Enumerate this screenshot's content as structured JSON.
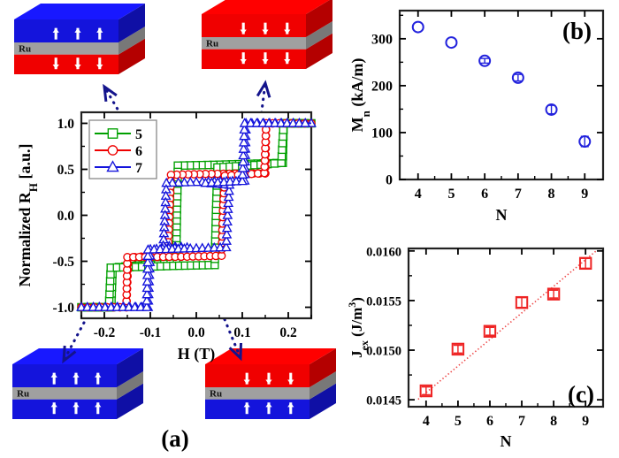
{
  "figure": {
    "panel_a_tag": "(a)",
    "panel_b_tag": "(b)",
    "panel_c_tag": "(c)"
  },
  "schematics": [
    {
      "id": "top-left",
      "ru_label": "Ru",
      "top_color": "#1414dc",
      "bottom_color": "#f00000",
      "mid_color": "#a0a0a0",
      "top_arrows": "up",
      "bottom_arrows": "down",
      "arrow_count": 3
    },
    {
      "id": "top-right",
      "ru_label": "Ru",
      "top_color": "#f00000",
      "bottom_color": "#f00000",
      "mid_color": "#a0a0a0",
      "top_arrows": "down",
      "bottom_arrows": "down",
      "arrow_count": 3
    },
    {
      "id": "bottom-left",
      "ru_label": "Ru",
      "top_color": "#1414dc",
      "bottom_color": "#1414dc",
      "mid_color": "#a0a0a0",
      "top_arrows": "up",
      "bottom_arrows": "up",
      "arrow_count": 3
    },
    {
      "id": "bottom-right",
      "ru_label": "Ru",
      "top_color": "#f00000",
      "bottom_color": "#1414dc",
      "mid_color": "#a0a0a0",
      "top_arrows": "down",
      "bottom_arrows": "up",
      "arrow_count": 3
    }
  ],
  "colors": {
    "series_5": "#00a000",
    "series_6": "#ee0000",
    "series_7": "#1414dc",
    "panel_b_marker": "#2222dd",
    "panel_c_marker": "#ee2222",
    "panel_c_fit": "#ee4444",
    "connector": "#14148c",
    "axis": "#000000"
  },
  "chart_data": [
    {
      "id": "panel-a",
      "type": "line",
      "title": "",
      "xlabel": "H (T)",
      "ylabel": "Normalized R_H [a.u.]",
      "ylabel_parts": {
        "pre": "Normalized R",
        "sub": "H",
        "post": " [a.u.]"
      },
      "xlim": [
        -0.25,
        0.25
      ],
      "ylim": [
        -1.12,
        1.12
      ],
      "xticks": [
        -0.2,
        -0.1,
        0.0,
        0.1,
        0.2
      ],
      "xticklabels": [
        "-0.2",
        "-0.1",
        "0.0",
        "0.1",
        "0.2"
      ],
      "yticks": [
        -1.0,
        -0.5,
        0.0,
        0.5,
        1.0
      ],
      "yticklabels": [
        "-1.0",
        "-0.5",
        "0.0",
        "0.5",
        "1.0"
      ],
      "grid": false,
      "legend_position": "upper-left",
      "legend": [
        {
          "label": "5",
          "marker": "square",
          "color": "#00a000"
        },
        {
          "label": "6",
          "marker": "circle",
          "color": "#ee0000"
        },
        {
          "label": "7",
          "marker": "triangle",
          "color": "#1414dc"
        }
      ],
      "series": [
        {
          "name": "5",
          "marker": "square",
          "color": "#00a000",
          "plateau_high": 0.57,
          "plateau_low": -0.57,
          "branch_decreasing": [
            [
              0.25,
              1.0
            ],
            [
              0.19,
              1.0
            ],
            [
              0.188,
              0.57
            ],
            [
              0.05,
              0.55
            ],
            [
              -0.04,
              0.54
            ],
            [
              -0.042,
              0.06
            ],
            [
              -0.044,
              -0.52
            ],
            [
              -0.14,
              -0.55
            ],
            [
              -0.182,
              -0.57
            ],
            [
              -0.185,
              -1.0
            ],
            [
              -0.25,
              -1.0
            ]
          ],
          "branch_increasing": [
            [
              -0.25,
              -1.0
            ],
            [
              -0.19,
              -1.0
            ],
            [
              -0.186,
              -0.57
            ],
            [
              -0.05,
              -0.55
            ],
            [
              0.04,
              -0.54
            ],
            [
              0.043,
              0.06
            ],
            [
              0.046,
              0.52
            ],
            [
              0.14,
              0.55
            ],
            [
              0.185,
              0.57
            ],
            [
              0.19,
              1.0
            ],
            [
              0.25,
              1.0
            ]
          ]
        },
        {
          "name": "6",
          "marker": "circle",
          "color": "#ee0000",
          "plateau_high": 0.455,
          "plateau_low": -0.455,
          "branch_decreasing": [
            [
              0.25,
              1.0
            ],
            [
              0.152,
              1.0
            ],
            [
              0.15,
              0.455
            ],
            [
              0.02,
              0.45
            ],
            [
              -0.055,
              0.44
            ],
            [
              -0.058,
              0.05
            ],
            [
              -0.062,
              -0.43
            ],
            [
              -0.12,
              -0.45
            ],
            [
              -0.148,
              -0.46
            ],
            [
              -0.152,
              -1.0
            ],
            [
              -0.25,
              -1.0
            ]
          ],
          "branch_increasing": [
            [
              -0.25,
              -1.0
            ],
            [
              -0.152,
              -1.0
            ],
            [
              -0.15,
              -0.455
            ],
            [
              -0.02,
              -0.45
            ],
            [
              0.055,
              -0.44
            ],
            [
              0.058,
              0.05
            ],
            [
              0.062,
              0.43
            ],
            [
              0.12,
              0.45
            ],
            [
              0.148,
              0.46
            ],
            [
              0.152,
              1.0
            ],
            [
              0.25,
              1.0
            ]
          ]
        },
        {
          "name": "7",
          "marker": "triangle",
          "color": "#1414dc",
          "plateau_high": 0.375,
          "plateau_low": -0.375,
          "branch_decreasing": [
            [
              0.25,
              1.0
            ],
            [
              0.108,
              1.0
            ],
            [
              0.105,
              0.375
            ],
            [
              0.0,
              0.36
            ],
            [
              -0.065,
              0.35
            ],
            [
              -0.068,
              0.0
            ],
            [
              -0.072,
              -0.33
            ],
            [
              -0.02,
              -0.35
            ],
            [
              -0.1,
              -0.37
            ],
            [
              -0.105,
              -1.0
            ],
            [
              -0.25,
              -1.0
            ]
          ],
          "branch_increasing": [
            [
              -0.25,
              -1.0
            ],
            [
              -0.108,
              -1.0
            ],
            [
              -0.105,
              -0.375
            ],
            [
              0.0,
              -0.36
            ],
            [
              0.065,
              -0.35
            ],
            [
              0.068,
              0.0
            ],
            [
              0.072,
              0.33
            ],
            [
              0.02,
              0.35
            ],
            [
              0.1,
              0.37
            ],
            [
              0.105,
              1.0
            ],
            [
              0.25,
              1.0
            ]
          ]
        }
      ]
    },
    {
      "id": "panel-b",
      "type": "scatter",
      "title": "",
      "xlabel": "N",
      "ylabel": "M_n (kA/m)",
      "ylabel_parts": {
        "pre": "M",
        "sub": "n",
        "post": " (kA/m)"
      },
      "xlim": [
        3.45,
        9.55
      ],
      "ylim": [
        0,
        360
      ],
      "xticks": [
        4,
        5,
        6,
        7,
        8,
        9
      ],
      "xticklabels": [
        "4",
        "5",
        "6",
        "7",
        "8",
        "9"
      ],
      "yticks": [
        0,
        100,
        200,
        300
      ],
      "yticklabels": [
        "0",
        "100",
        "200",
        "300"
      ],
      "minor_yticks": [
        50,
        150,
        250,
        350
      ],
      "grid": false,
      "marker": "open-circle",
      "color": "#2222dd",
      "x": [
        4,
        5,
        6,
        7,
        8,
        9
      ],
      "values": [
        325,
        292,
        253,
        217,
        149,
        81
      ],
      "yerr": [
        2,
        2,
        5,
        7,
        9,
        11
      ]
    },
    {
      "id": "panel-c",
      "type": "scatter",
      "title": "",
      "xlabel": "N",
      "ylabel": "J_ex (J/m^3)",
      "ylabel_parts": {
        "pre": "J",
        "sub": "ex",
        "post": " (J/m",
        "sup": "3",
        "tail": ")"
      },
      "xlim": [
        3.45,
        9.55
      ],
      "ylim": [
        0.01443,
        0.016025
      ],
      "xticks": [
        4,
        5,
        6,
        7,
        8,
        9
      ],
      "xticklabels": [
        "4",
        "5",
        "6",
        "7",
        "8",
        "9"
      ],
      "yticks": [
        0.0145,
        0.015,
        0.0155,
        0.016
      ],
      "yticklabels": [
        "0.0145",
        "0.0150",
        "0.0155",
        "0.0160"
      ],
      "minor_yticks": [
        0.01475,
        0.01525,
        0.01575
      ],
      "grid": false,
      "marker": "open-square",
      "color": "#ee2222",
      "x": [
        4,
        5,
        6,
        7,
        8,
        9
      ],
      "values": [
        0.01459,
        0.01501,
        0.01519,
        0.01548,
        0.015565,
        0.015875
      ],
      "yerr": [
        4e-05,
        4e-05,
        4e-05,
        5e-05,
        4e-05,
        5e-05
      ],
      "fit_line": {
        "x": [
          3.75,
          9.35
        ],
        "y": [
          0.014505,
          0.016005
        ],
        "style": "dotted",
        "color": "#ee4444"
      }
    }
  ],
  "connectors": [
    {
      "id": "conn-top-left",
      "from": [
        175,
        195
      ],
      "to": [
        118,
        98
      ],
      "arrow_at": "to"
    },
    {
      "id": "conn-top-right",
      "from": [
        288,
        188
      ],
      "to": [
        300,
        94
      ],
      "arrow_at": "to"
    },
    {
      "id": "conn-bottom-left",
      "from": [
        120,
        318
      ],
      "to": [
        72,
        408
      ],
      "arrow_at": "to"
    },
    {
      "id": "conn-bottom-right",
      "from": [
        228,
        298
      ],
      "to": [
        272,
        405
      ],
      "arrow_at": "to"
    }
  ]
}
